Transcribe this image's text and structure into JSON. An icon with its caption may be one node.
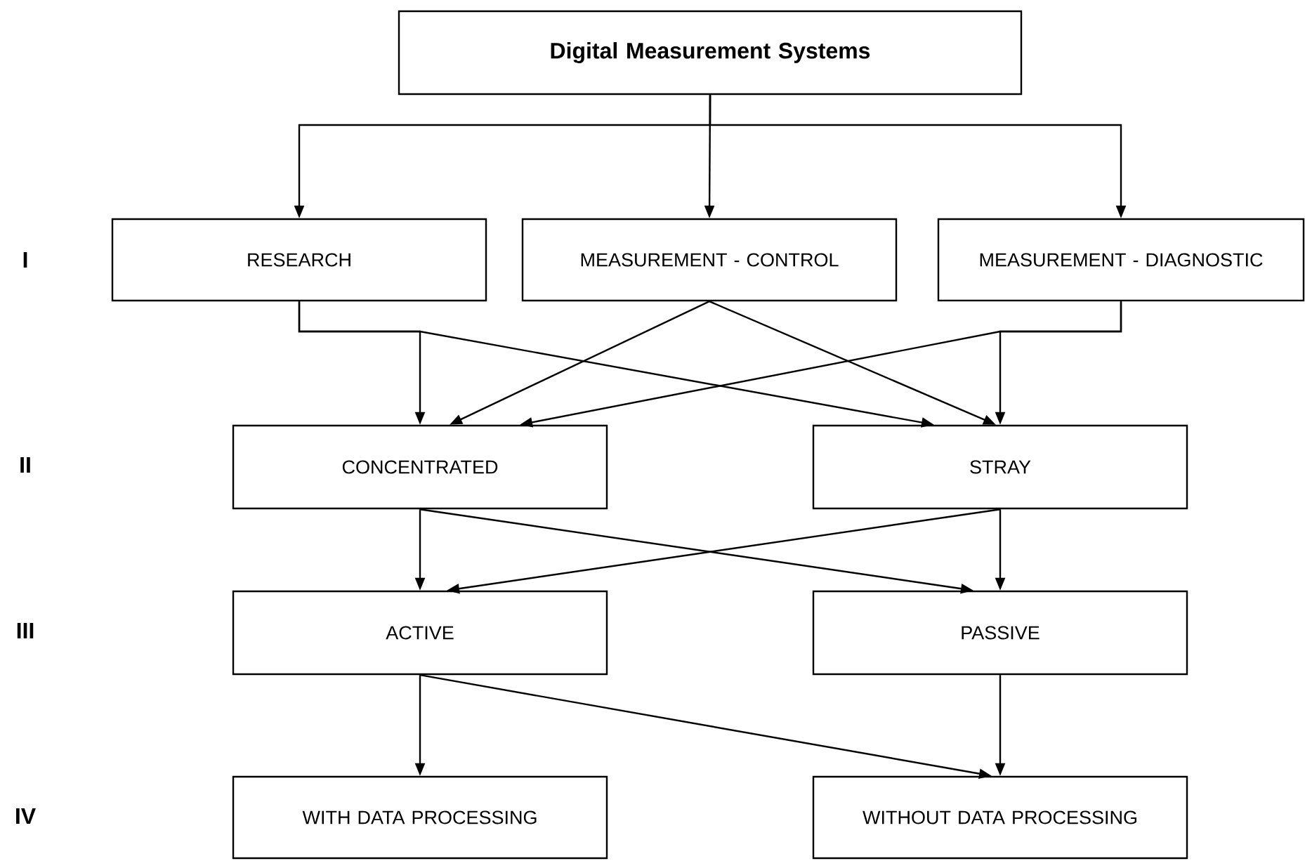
{
  "diagram": {
    "nodes": [
      {
        "text": [
          "Digital Measurement Systems"
        ]
      },
      {
        "text": [
          "RESEARCH"
        ]
      },
      {
        "text": [
          "MEASUREMENT - CONTROL"
        ]
      },
      {
        "text": [
          "MEASUREMENT - DIAGNOSTIC"
        ]
      },
      {
        "text": [
          "CONCENTRATED"
        ]
      },
      {
        "text": [
          "STRAY"
        ]
      },
      {
        "text": [
          "ACTIVE"
        ]
      },
      {
        "text": [
          "PASSIVE"
        ]
      },
      {
        "text": [
          "WITH DATA PROCESSING"
        ]
      },
      {
        "text": [
          "WITHOUT DATA PROCESSING"
        ]
      }
    ],
    "edges": [
      {
        "from": 0,
        "to": 1,
        "arrow": "to"
      },
      {
        "from": 0,
        "to": 2,
        "arrow": "to"
      },
      {
        "from": 0,
        "to": 3,
        "arrow": "to"
      },
      {
        "from": 1,
        "to": 4,
        "arrow": "to"
      },
      {
        "from": 1,
        "to": 5,
        "arrow": "to"
      },
      {
        "from": 2,
        "to": 4,
        "arrow": "to"
      },
      {
        "from": 2,
        "to": 5,
        "arrow": "to"
      },
      {
        "from": 3,
        "to": 4,
        "arrow": "to"
      },
      {
        "from": 3,
        "to": 5,
        "arrow": "to"
      },
      {
        "from": 4,
        "to": 6,
        "arrow": "to"
      },
      {
        "from": 4,
        "to": 7,
        "arrow": "to"
      },
      {
        "from": 5,
        "to": 6,
        "arrow": "to"
      },
      {
        "from": 5,
        "to": 7,
        "arrow": "to"
      },
      {
        "from": 6,
        "to": 8,
        "arrow": "to"
      },
      {
        "from": 6,
        "to": 9,
        "arrow": "to"
      },
      {
        "from": 7,
        "to": 9,
        "arrow": "to"
      }
    ],
    "labels": [
      "I",
      "II",
      "III",
      "IV"
    ]
  }
}
